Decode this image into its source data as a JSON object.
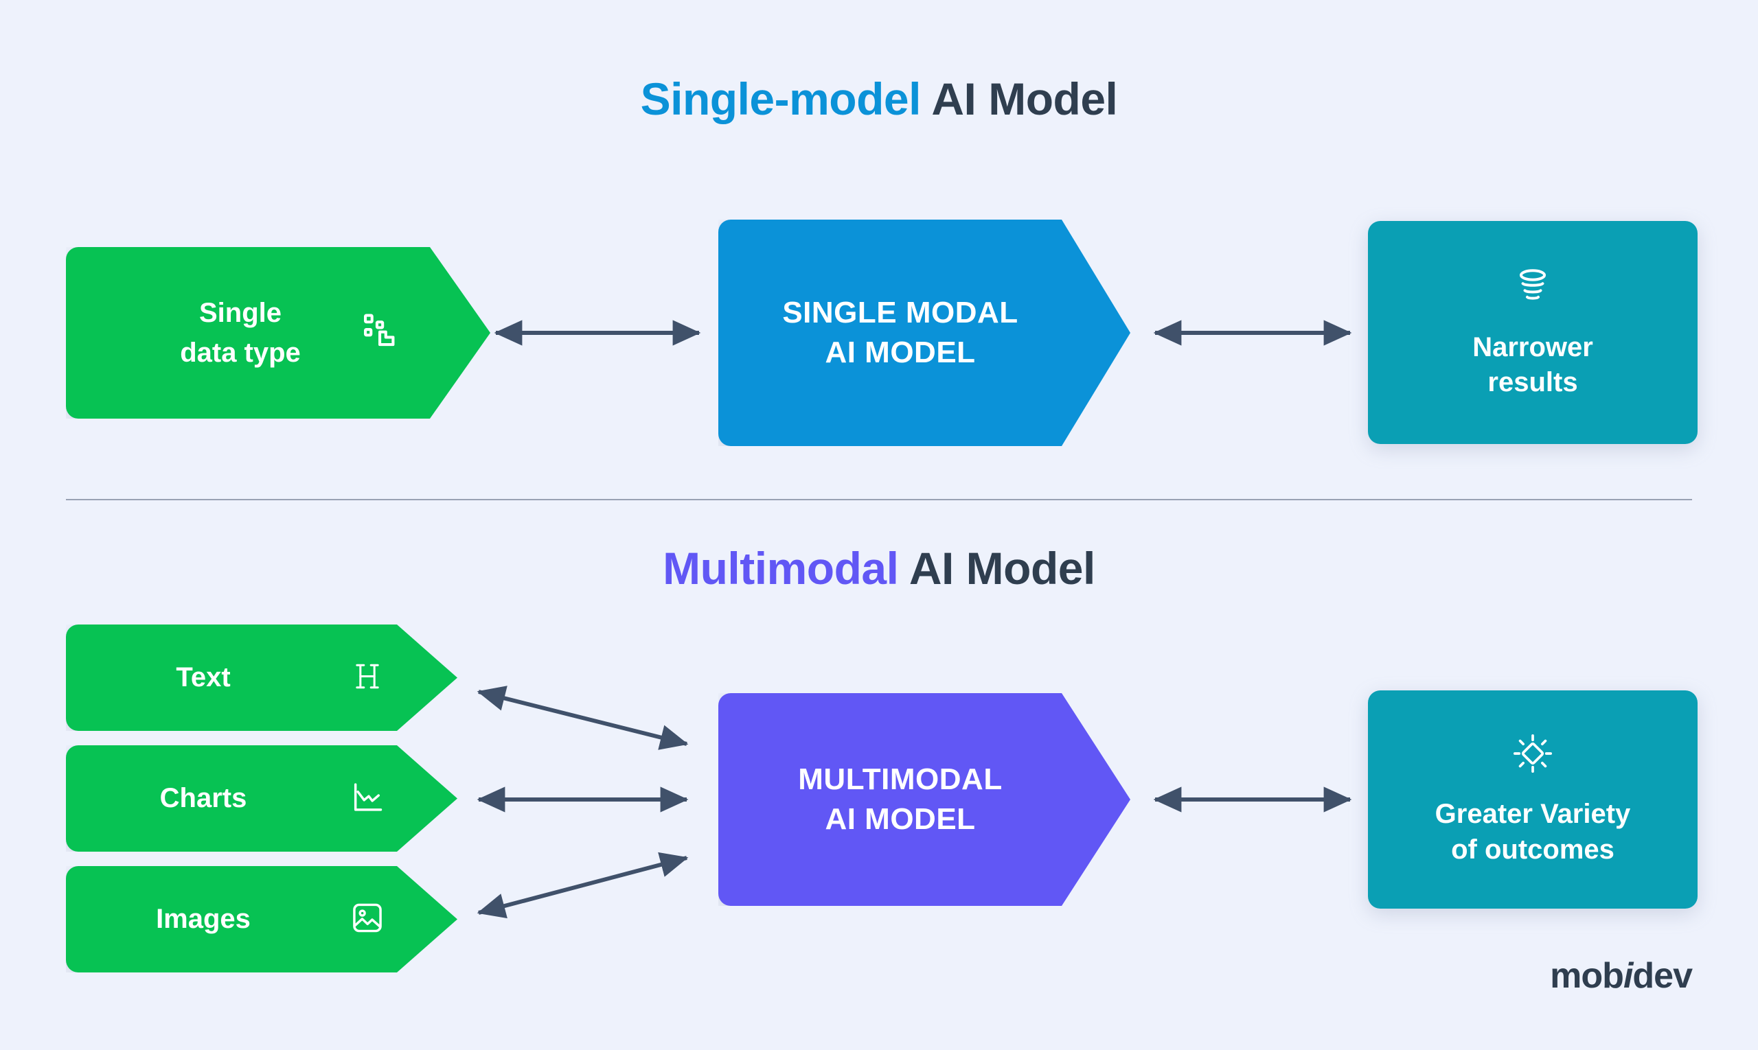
{
  "colors": {
    "background": "#eef2fc",
    "green": "#07c253",
    "blue": "#0b92d8",
    "purple": "#6157f5",
    "teal": "#0a9fb4",
    "dark": "#2f3e4f",
    "arrow": "#40516a",
    "divider": "#8a93a6"
  },
  "sections": {
    "single": {
      "title_accent": "Single-model",
      "title_rest": " AI Model",
      "input": {
        "label_line1": "Single",
        "label_line2": "data type",
        "icon": "data-structure-icon"
      },
      "model": {
        "label_line1": "SINGLE MODAL",
        "label_line2": "AI MODEL"
      },
      "output": {
        "label_line1": "Narrower",
        "label_line2": "results",
        "icon": "funnel-narrowing-icon"
      }
    },
    "multimodal": {
      "title_accent": "Multimodal",
      "title_rest": " AI Model",
      "inputs": [
        {
          "label": "Text",
          "icon": "heading-h-icon"
        },
        {
          "label": "Charts",
          "icon": "line-chart-icon"
        },
        {
          "label": "Images",
          "icon": "image-picture-icon"
        }
      ],
      "model": {
        "label_line1": "MULTIMODAL",
        "label_line2": "AI MODEL"
      },
      "output": {
        "label_line1": "Greater Variety",
        "label_line2": "of outcomes",
        "icon": "sparkle-burst-icon"
      }
    }
  },
  "logo": {
    "part1": "mob",
    "part_i": "i",
    "part2": "dev"
  }
}
